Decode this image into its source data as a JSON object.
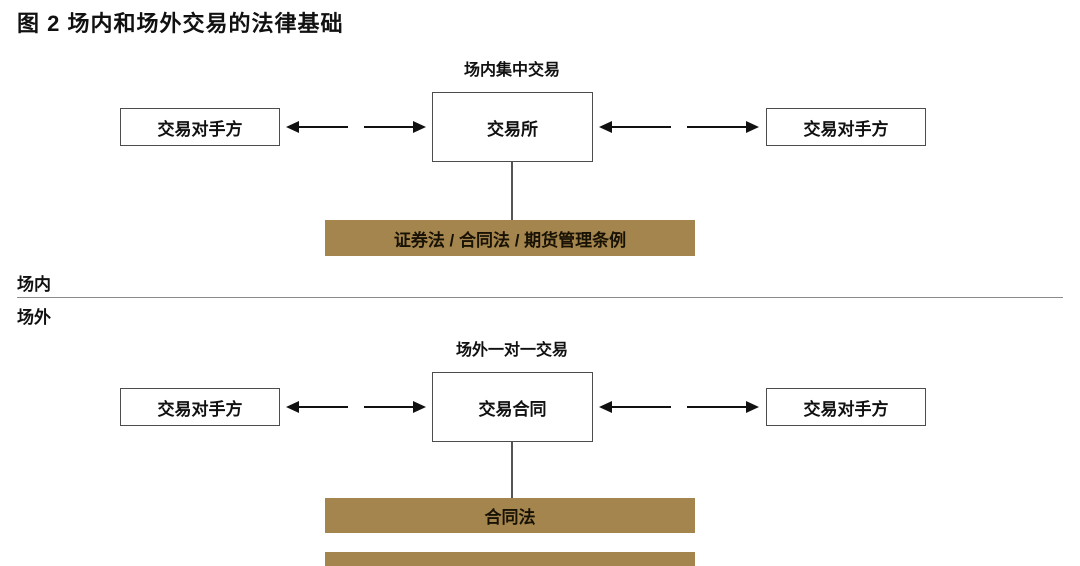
{
  "title": "图 2  场内和场外交易的法律基础",
  "on_exchange": {
    "header": "场内集中交易",
    "left_counterparty": "交易对手方",
    "hub": "交易所",
    "right_counterparty": "交易对手方",
    "legal_bar": "证券法 / 合同法 / 期货管理条例"
  },
  "divider": {
    "above_label": "场内",
    "below_label": "场外"
  },
  "off_exchange": {
    "header": "场外一对一交易",
    "left_counterparty": "交易对手方",
    "hub": "交易合同",
    "right_counterparty": "交易对手方",
    "legal_bar": "合同法"
  },
  "colors": {
    "legal_bar_background": "#a5854e",
    "box_border": "#4d4d4d",
    "arrow": "#111111",
    "divider_line": "#8a8a8a"
  }
}
